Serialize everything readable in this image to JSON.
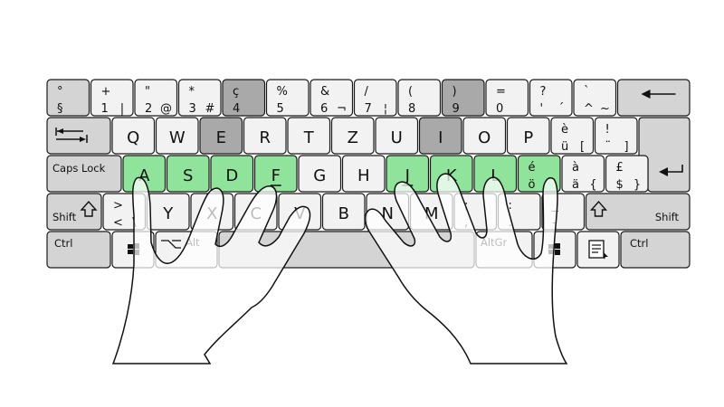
{
  "keys": {
    "num": [
      {
        "top": "°",
        "bottom": "§"
      },
      {
        "top": "+",
        "bottom": "1",
        "alt": "|"
      },
      {
        "top": "\"",
        "bottom": "2",
        "alt": "@"
      },
      {
        "top": "*",
        "bottom": "3",
        "alt": "#"
      },
      {
        "top": "ç",
        "bottom": "4"
      },
      {
        "top": "%",
        "bottom": "5"
      },
      {
        "top": "&",
        "bottom": "6",
        "alt": "¬"
      },
      {
        "top": "/",
        "bottom": "7",
        "alt": "¦"
      },
      {
        "top": "(",
        "bottom": "8"
      },
      {
        "top": ")",
        "bottom": "9"
      },
      {
        "top": "=",
        "bottom": "0"
      },
      {
        "top": "?",
        "bottom": "'",
        "alt": "´"
      },
      {
        "top": "`",
        "bottom": "^",
        "alt": "~"
      }
    ],
    "qwertz": [
      "Q",
      "W",
      "E",
      "R",
      "T",
      "Z",
      "U",
      "I",
      "O",
      "P"
    ],
    "ue": {
      "top": "è",
      "bottom": "ü",
      "alt": "["
    },
    "excl": {
      "top": "!",
      "bottom": "¨",
      "alt": "]"
    },
    "home": [
      "A",
      "S",
      "D",
      "F",
      "G",
      "H",
      "J",
      "K",
      "L"
    ],
    "eacute": {
      "top": "é",
      "bottom": "ö"
    },
    "agrave": {
      "top": "à",
      "bottom": "ä",
      "alt": "{"
    },
    "pound": {
      "top": "£",
      "bottom": "$",
      "alt": "}"
    },
    "angle": {
      "top": ">",
      "bottom": "<",
      "alt": "\\"
    },
    "bottom_letters": [
      "Y",
      "X",
      "C",
      "V",
      "B",
      "N",
      "M"
    ],
    "semi": {
      "top": ";",
      "bottom": ","
    },
    "colon": {
      "top": ":",
      "bottom": "."
    },
    "dash": {
      "top": "_",
      "bottom": "-"
    },
    "caps": "Caps Lock",
    "shift": "Shift",
    "ctrl": "Ctrl",
    "alt": "Alt",
    "altgr": "AltGr",
    "backspace_icon": "backspace-arrow-icon",
    "tab_icon": "tab-arrows-icon",
    "enter_icon": "enter-arrow-icon",
    "shift_icon": "shift-arrow-icon",
    "windows_icon": "windows-logo-icon",
    "menu_icon": "context-menu-icon",
    "option_icon": "option-symbol-icon"
  },
  "colors": {
    "home_keys": "#8fe39a",
    "modifier_keys": "#d4d4d4",
    "dark_keys": "#a9a9a9",
    "standard_keys": "#f2f2f2"
  }
}
